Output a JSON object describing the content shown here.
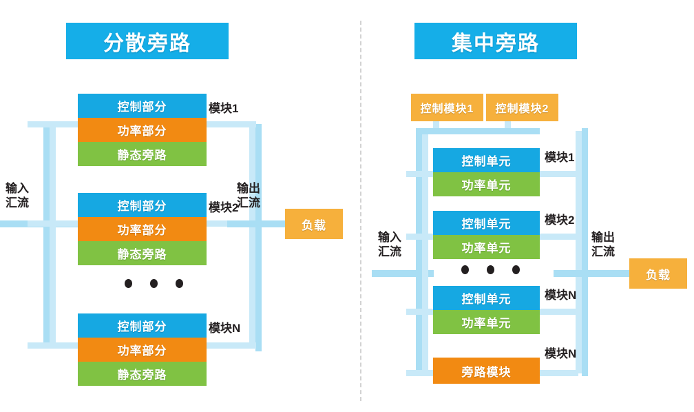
{
  "figure": {
    "background": "#FFFFFF",
    "divider": {
      "style": "dashed",
      "color": "#D2D2D2"
    }
  },
  "palette": {
    "title_blue": "#15AEE8",
    "block_blue": "#16A8E2",
    "block_orange": "#F28A12",
    "block_green": "#80C243",
    "block_amber": "#F6B03C",
    "wire_blue": "#A9DEF4",
    "wire_blue_light": "#C8E9F8",
    "text_dark": "#231F20",
    "text_light": "#FFFFFF"
  },
  "left_panel": {
    "title": "分散旁路",
    "input_bus_label": "输入\n汇流",
    "output_bus_label": "输出\n汇流",
    "load_label": "负载",
    "ellipsis_dots": 3,
    "modules": [
      {
        "tag": "模块1",
        "rows": [
          {
            "label": "控制部分",
            "color": "#16A8E2"
          },
          {
            "label": "功率部分",
            "color": "#F28A12"
          },
          {
            "label": "静态旁路",
            "color": "#80C243"
          }
        ]
      },
      {
        "tag": "模块2",
        "rows": [
          {
            "label": "控制部分",
            "color": "#16A8E2"
          },
          {
            "label": "功率部分",
            "color": "#F28A12"
          },
          {
            "label": "静态旁路",
            "color": "#80C243"
          }
        ]
      },
      {
        "tag": "模块N",
        "rows": [
          {
            "label": "控制部分",
            "color": "#16A8E2"
          },
          {
            "label": "功率部分",
            "color": "#F28A12"
          },
          {
            "label": "静态旁路",
            "color": "#80C243"
          }
        ]
      }
    ]
  },
  "right_panel": {
    "title": "集中旁路",
    "input_bus_label": "输入\n汇流",
    "output_bus_label": "输出\n汇流",
    "load_label": "负载",
    "ellipsis_dots": 3,
    "control_modules": [
      {
        "label": "控制模块1",
        "color": "#F6B03C"
      },
      {
        "label": "控制模块2",
        "color": "#F6B03C"
      }
    ],
    "modules": [
      {
        "tag": "模块1",
        "rows": [
          {
            "label": "控制单元",
            "color": "#16A8E2"
          },
          {
            "label": "功率单元",
            "color": "#80C243"
          }
        ]
      },
      {
        "tag": "模块2",
        "rows": [
          {
            "label": "控制单元",
            "color": "#16A8E2"
          },
          {
            "label": "功率单元",
            "color": "#80C243"
          }
        ]
      },
      {
        "tag": "模块N",
        "rows": [
          {
            "label": "控制单元",
            "color": "#16A8E2"
          },
          {
            "label": "功率单元",
            "color": "#80C243"
          }
        ]
      }
    ],
    "bypass_module": {
      "label": "旁路模块",
      "tag": "模块N",
      "color": "#F28A12"
    }
  }
}
